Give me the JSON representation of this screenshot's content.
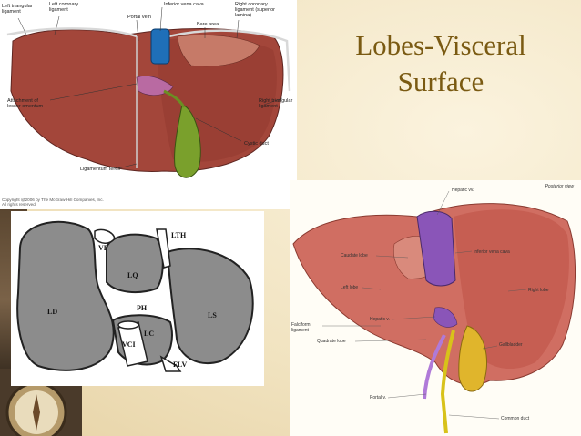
{
  "title": {
    "line1": "Lobes-Visceral",
    "line2": "Surface"
  },
  "colors": {
    "title": "#7a5a12",
    "liver": "#a3463a",
    "gallbladder": "#7aa02c",
    "vena_cava": "#1f6fb8",
    "schematic_fill": "#8c8c8c"
  },
  "panel1": {
    "labels": {
      "left_triangular": "Left triangular\nligament",
      "left_coronary": "Left coronary\nligament",
      "portal_vein": "Portal vein",
      "inferior_vena_cava": "Inferior vena cava",
      "bare_area": "Bare area",
      "right_coronary": "Right coronary\nligament (superior\nlamina)",
      "lesser_omentum": "Attachment of\nlesser omentum",
      "right_triangular": "Right triangular\nligament",
      "cystic_duct": "Cystic duct",
      "ligamentum_teres": "Ligamentum teres"
    },
    "copyright": "Copyright @2006 by The McGraw-Hill Companies, Inc.\nAll rights reserved."
  },
  "panel2": {
    "labels": {
      "vf": "VF",
      "lth": "LTH",
      "lq": "LQ",
      "ld": "LD",
      "ph": "PH",
      "ls": "LS",
      "vci": "VCI",
      "lc": "LC",
      "flv": "FLV"
    }
  },
  "panel3": {
    "view": "Posterior view",
    "labels": {
      "hepatic_vv": "Hepatic vv.",
      "inferior_vena_cava": "Inferior vena cava",
      "caudate_lobe": "Caudate lobe",
      "left_lobe": "Left lobe",
      "right_lobe": "Right lobe",
      "hepatic_v": "Hepatic v.",
      "falciform": "Falciform\nligament",
      "gallbladder": "Gallbladder",
      "quadrate_lobe": "Quadrate lobe",
      "portal_v": "Portal v.",
      "common_duct": "Common duct"
    }
  }
}
